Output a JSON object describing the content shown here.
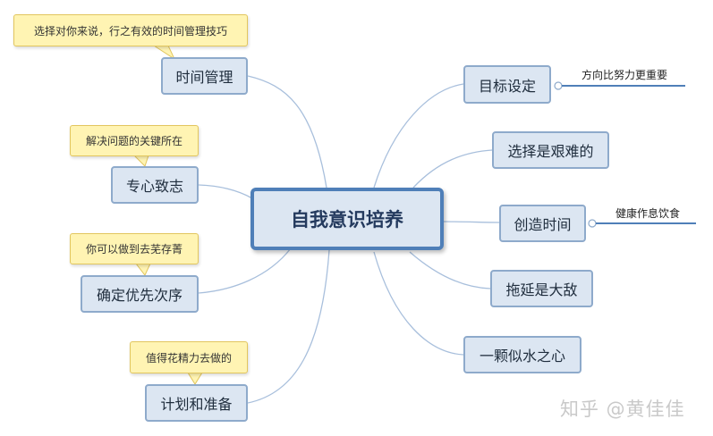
{
  "diagram": {
    "central_topic": "自我意识培养",
    "left_branches": [
      {
        "label": "时间管理",
        "callout": "选择对你来说，行之有效的时间管理技巧"
      },
      {
        "label": "专心致志",
        "callout": "解决问题的关键所在"
      },
      {
        "label": "确定优先次序",
        "callout": "你可以做到去芜存菁"
      },
      {
        "label": "计划和准备",
        "callout": "值得花精力去做的"
      }
    ],
    "right_branches": [
      {
        "label": "目标设定",
        "note": "方向比努力更重要"
      },
      {
        "label": "选择是艰难的"
      },
      {
        "label": "创造时间",
        "note": "健康作息饮食"
      },
      {
        "label": "拖延是大敌"
      },
      {
        "label": "一颗似水之心"
      }
    ]
  },
  "watermark": "知乎 @黄佳佳",
  "colors": {
    "node_fill": "#dce6f2",
    "node_border": "#8eaacb",
    "center_border": "#4f7fb8",
    "connector": "#a8bfdc",
    "callout_fill": "#fff4b3",
    "callout_border": "#e2c65e",
    "note_line": "#4f7fb8"
  }
}
